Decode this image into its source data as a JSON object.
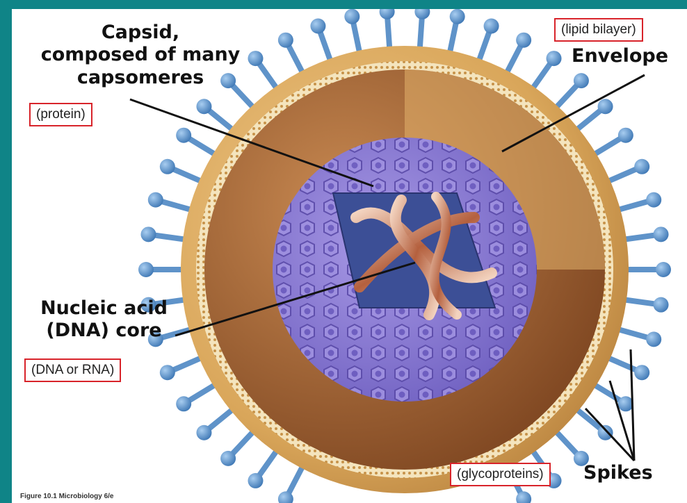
{
  "labels": {
    "capsid_line1": "Capsid,",
    "capsid_line2": "composed of many",
    "capsid_line3": "capsomeres",
    "capsid_note": "(protein)",
    "envelope": "Envelope",
    "envelope_note": "(lipid bilayer)",
    "nucleic_line1": "Nucleic acid",
    "nucleic_line2": "(DNA) core",
    "nucleic_note": "(DNA or RNA)",
    "spikes": "Spikes",
    "spikes_note": "(glycoproteins)",
    "footer": "Figure 10.1 Microbiology 6/e"
  },
  "colors": {
    "background": "#0f8487",
    "envelope_outer": "#d9a65a",
    "envelope_inner": "#9a5a2c",
    "capsid": "#8e7fd4",
    "core_window": "#3c4f96",
    "spike": "#5f93c9",
    "annotation_box": "#d8232a"
  }
}
